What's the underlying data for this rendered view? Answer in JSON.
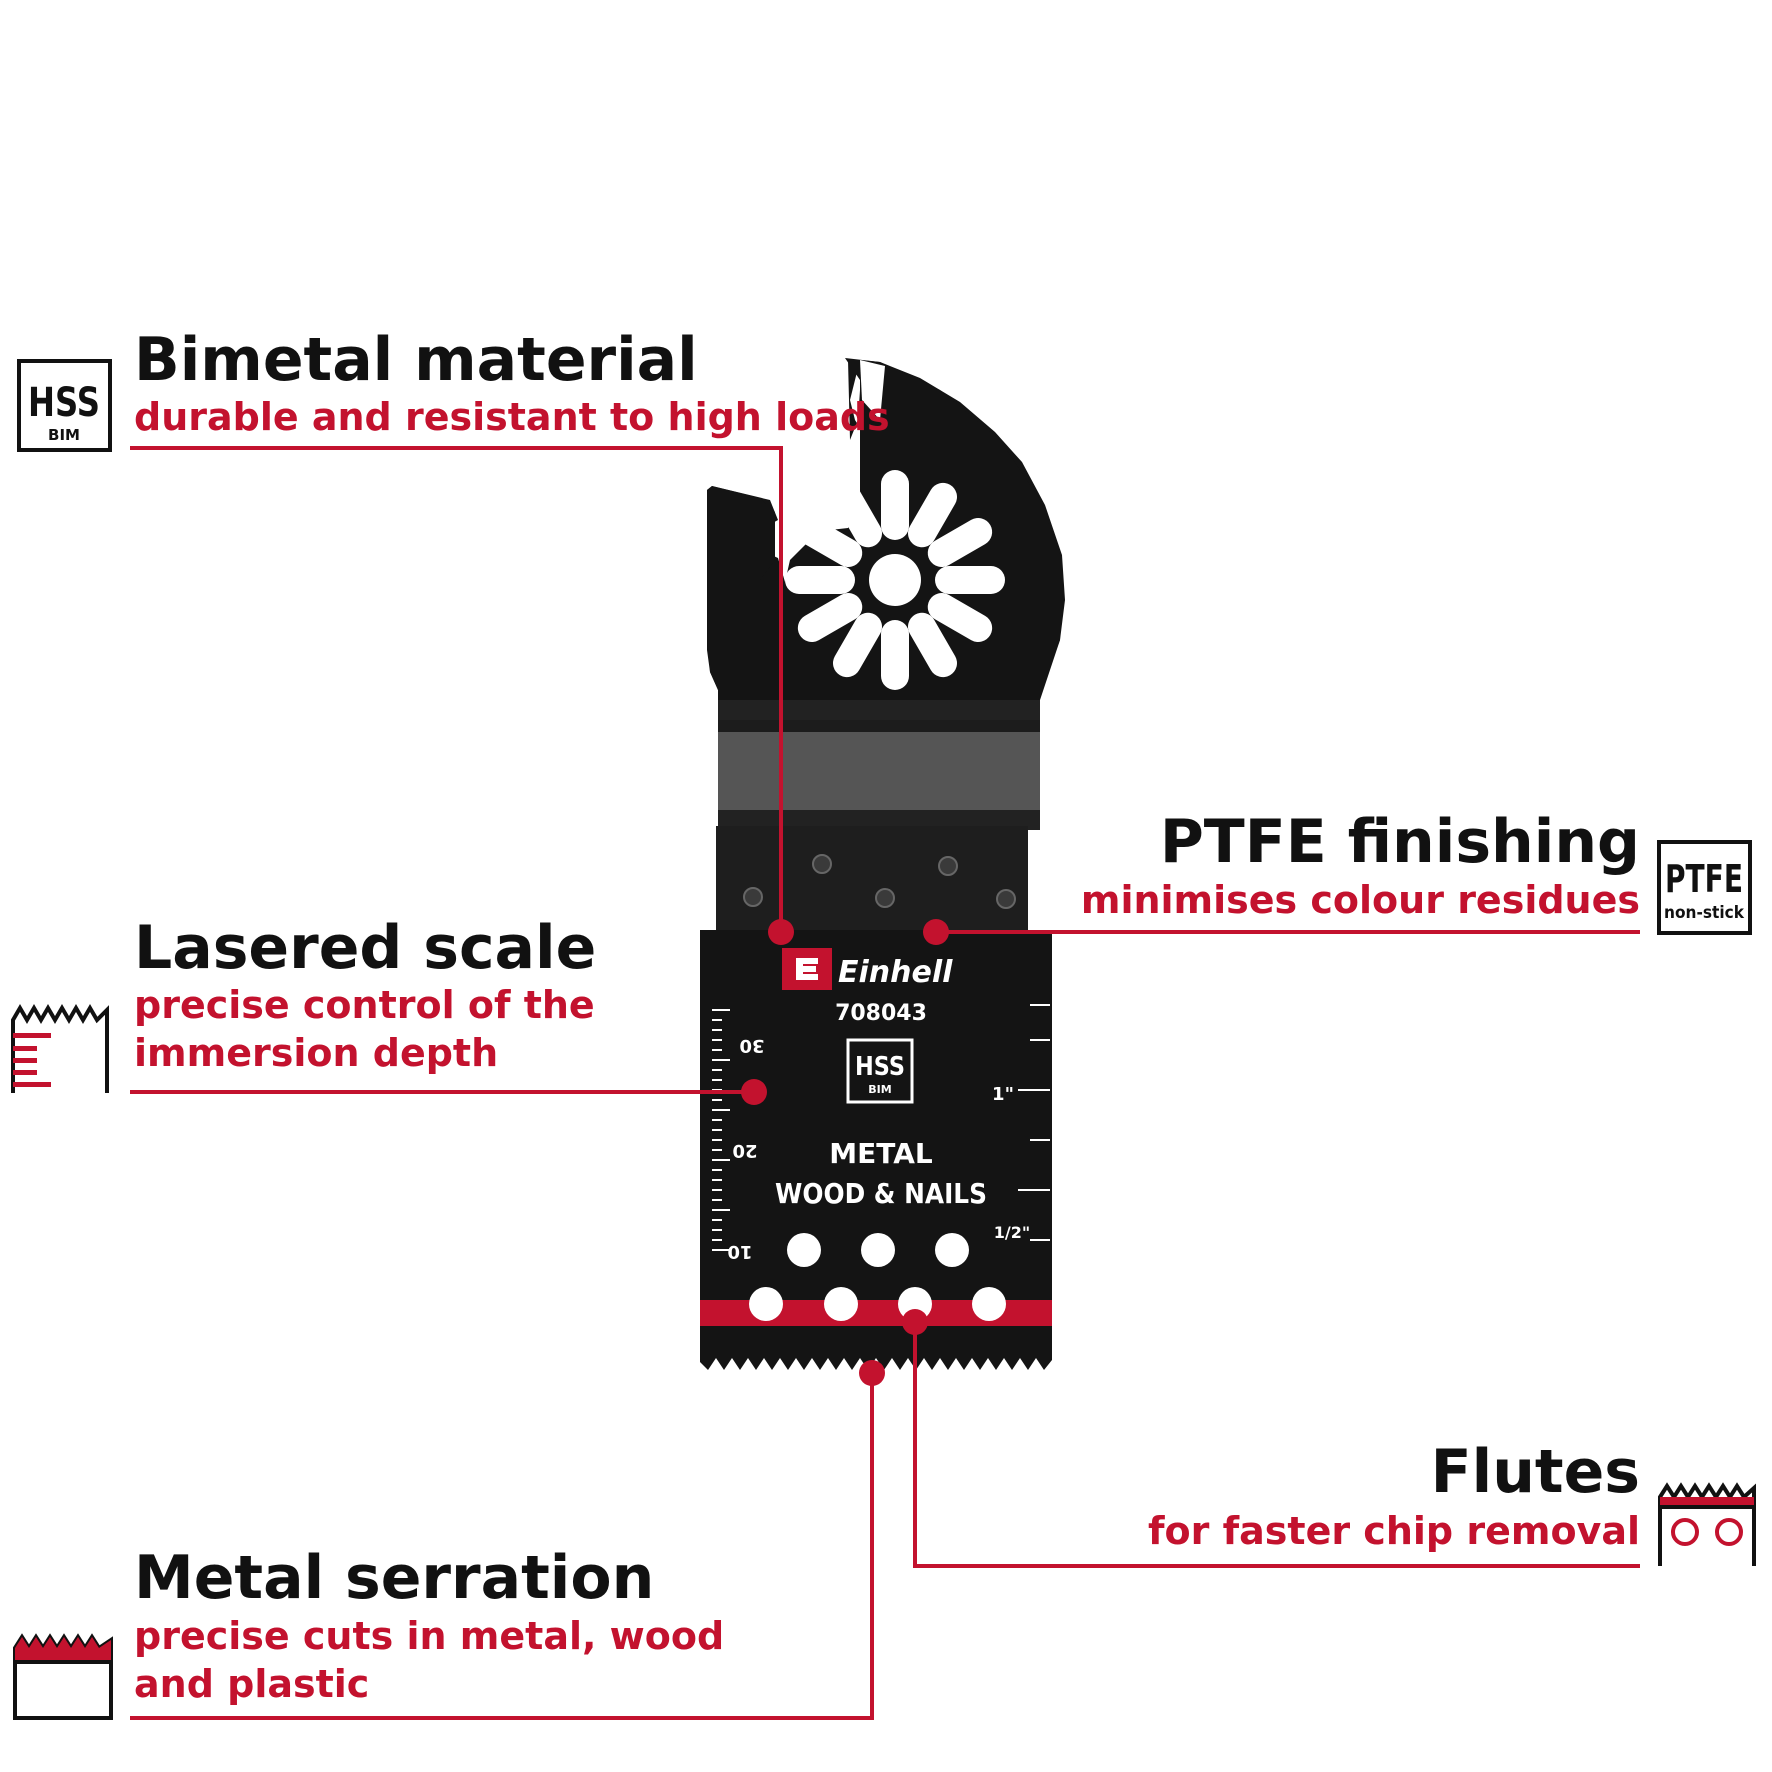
{
  "colors": {
    "accent": "#c3122e",
    "text": "#111111",
    "blade": "#141414"
  },
  "features": {
    "bimetal": {
      "icon": "hss-bim-icon",
      "title": "Bimetal material",
      "subtitle": "durable and resistant to high loads"
    },
    "ptfe": {
      "icon": "ptfe-non-stick-icon",
      "title": "PTFE finishing",
      "subtitle": "minimises colour residues"
    },
    "scale": {
      "icon": "scale-icon",
      "title": "Lasered scale",
      "subtitle": [
        "precise control of the",
        "immersion depth"
      ]
    },
    "flutes": {
      "icon": "flutes-icon",
      "title": "Flutes",
      "subtitle": "for faster chip removal"
    },
    "serration": {
      "icon": "serration-icon",
      "title": "Metal serration",
      "subtitle": [
        "precise cuts in metal, wood",
        "and plastic"
      ]
    }
  },
  "icons": {
    "hss": {
      "top": "HSS",
      "bottom": "BIM"
    },
    "ptfe": {
      "top": "PTFE",
      "bottom": "non-stick"
    }
  },
  "blade": {
    "brand": "Einhell",
    "article_number": "708043",
    "hss": {
      "top": "HSS",
      "bottom": "BIM"
    },
    "material_line1": "METAL",
    "material_line2": "WOOD & NAILS",
    "metric_marks": [
      "30",
      "20",
      "10"
    ],
    "inch_marks": [
      "1\"",
      "1/2\""
    ]
  }
}
